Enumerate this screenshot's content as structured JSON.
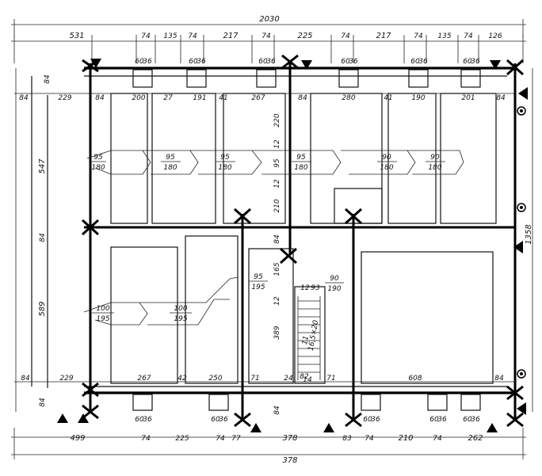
{
  "overall": {
    "top": "2030",
    "bottom": "378",
    "right": "1358"
  },
  "top_dims": [
    "531",
    "74",
    "135",
    "74",
    "217",
    "74",
    "225",
    "74",
    "217",
    "74",
    "135",
    "74",
    "126"
  ],
  "top_windows": [
    [
      "60",
      "36"
    ],
    [
      "60",
      "36"
    ],
    [
      "60",
      "36"
    ],
    [
      "60",
      "36"
    ],
    [
      "60",
      "36"
    ],
    [
      "60",
      "36"
    ]
  ],
  "bottom_dims": [
    "499",
    "74",
    "225",
    "74",
    "77",
    "378",
    "83",
    "74",
    "210",
    "74",
    "262"
  ],
  "bottom_windows": [
    [
      "60",
      "36"
    ],
    [
      "60",
      "36"
    ],
    [
      "60",
      "36"
    ],
    [
      "60",
      "36"
    ],
    [
      "60",
      "36"
    ]
  ],
  "upper_room_dims": [
    "229",
    "84",
    "200",
    "27",
    "191",
    "41",
    "267",
    "84",
    "280",
    "41",
    "190",
    "201",
    "84"
  ],
  "left_dims": {
    "upper": "547",
    "upper_top": "84",
    "lower": "589",
    "middle": "84",
    "bottom": "84",
    "left_edge": "84"
  },
  "mid_dims": {
    "c1": "220",
    "c2": "95",
    "c3": "210",
    "c4": "12",
    "c5": "12",
    "c6": "84",
    "c7": "165",
    "c8": "12",
    "c9": "389",
    "c10": "84",
    "c11": "82"
  },
  "lower_room_dims": [
    "84",
    "229",
    "267",
    "42",
    "250",
    "71",
    "24",
    "71",
    "608",
    "84"
  ],
  "doors_upper": [
    {
      "w": "95",
      "h": "180"
    },
    {
      "w": "95",
      "h": "180"
    },
    {
      "w": "95",
      "h": "180"
    },
    {
      "w": "95",
      "h": "180"
    },
    {
      "w": "90",
      "h": "180"
    },
    {
      "w": "90",
      "h": "180"
    }
  ],
  "doors_lower": [
    {
      "w": "100",
      "h": "195"
    },
    {
      "w": "100",
      "h": "195"
    },
    {
      "w": "95",
      "h": "195"
    },
    {
      "w": "90",
      "h": "190"
    }
  ],
  "stair": {
    "label1": "11",
    "label2": "16,5×20",
    "top1": "12",
    "top2": "93"
  },
  "stair_small": "14"
}
